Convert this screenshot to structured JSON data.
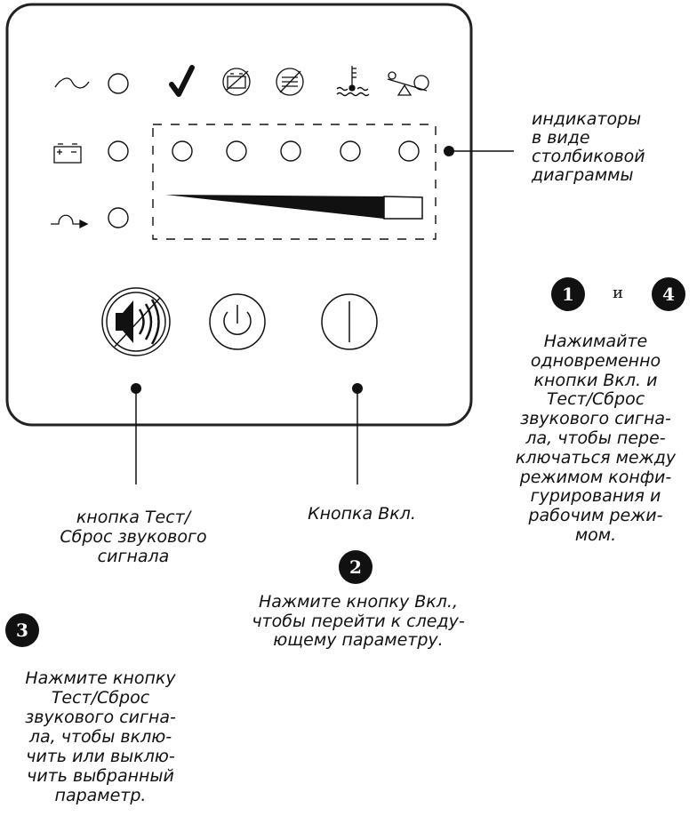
{
  "labels": {
    "bar_graph_indicators": "индикаторы\nв виде\nстолбиковой\nдиаграммы",
    "test_reset_button": "кнопка Тест/\nСброс звукового\nсигнала",
    "on_button": "Кнопка Вкл."
  },
  "steps": [
    {
      "number": "1",
      "text": ""
    },
    {
      "number": "2",
      "text": "Нажмите кнопку Вкл.,\nчтобы перейти к следу-\nющему параметру."
    },
    {
      "number": "3",
      "text": "Нажмите кнопку\nТест/Сброс\nзвукового сигна-\nла, чтобы вклю-\nчить или выклю-\nчить выбранный\nпараметр."
    },
    {
      "number": "4",
      "text": ""
    }
  ],
  "combined_step": {
    "connector": "и",
    "text": "Нажимайте\nодновременно\nкнопки Вкл. и\nТест/Сброс\nзвукового сигна-\nла, чтобы пере-\nключаться между\nрежимом конфи-\nгурирования и\nрабочим режи-\nмом."
  },
  "icons": [
    "utility-power-icon",
    "battery-icon",
    "bypass-icon",
    "checkmark-icon",
    "battery-replace-icon",
    "overload-icon",
    "temperature-icon",
    "load-balance-icon",
    "audible-alarm-icon",
    "power-standby-icon",
    "power-on-icon"
  ],
  "colors": {
    "ink": "#111111",
    "background": "#ffffff",
    "panel_border": "#222222"
  }
}
